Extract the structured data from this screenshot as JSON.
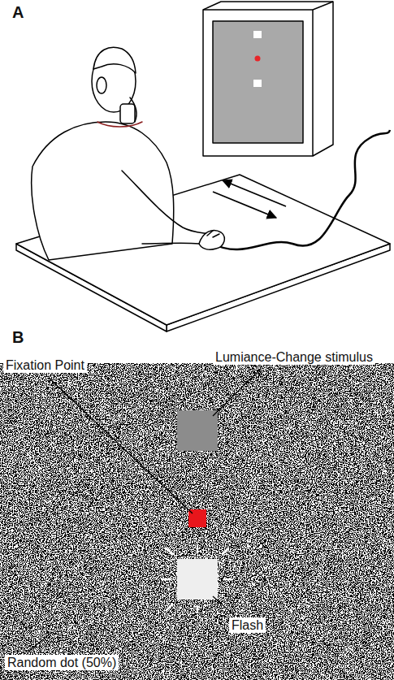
{
  "diagram": {
    "labels": [
      "A",
      "B",
      "Fixation Point",
      "Lumiance-Change stimulus",
      "Flash",
      "Random dot (50%)"
    ]
  }
}
